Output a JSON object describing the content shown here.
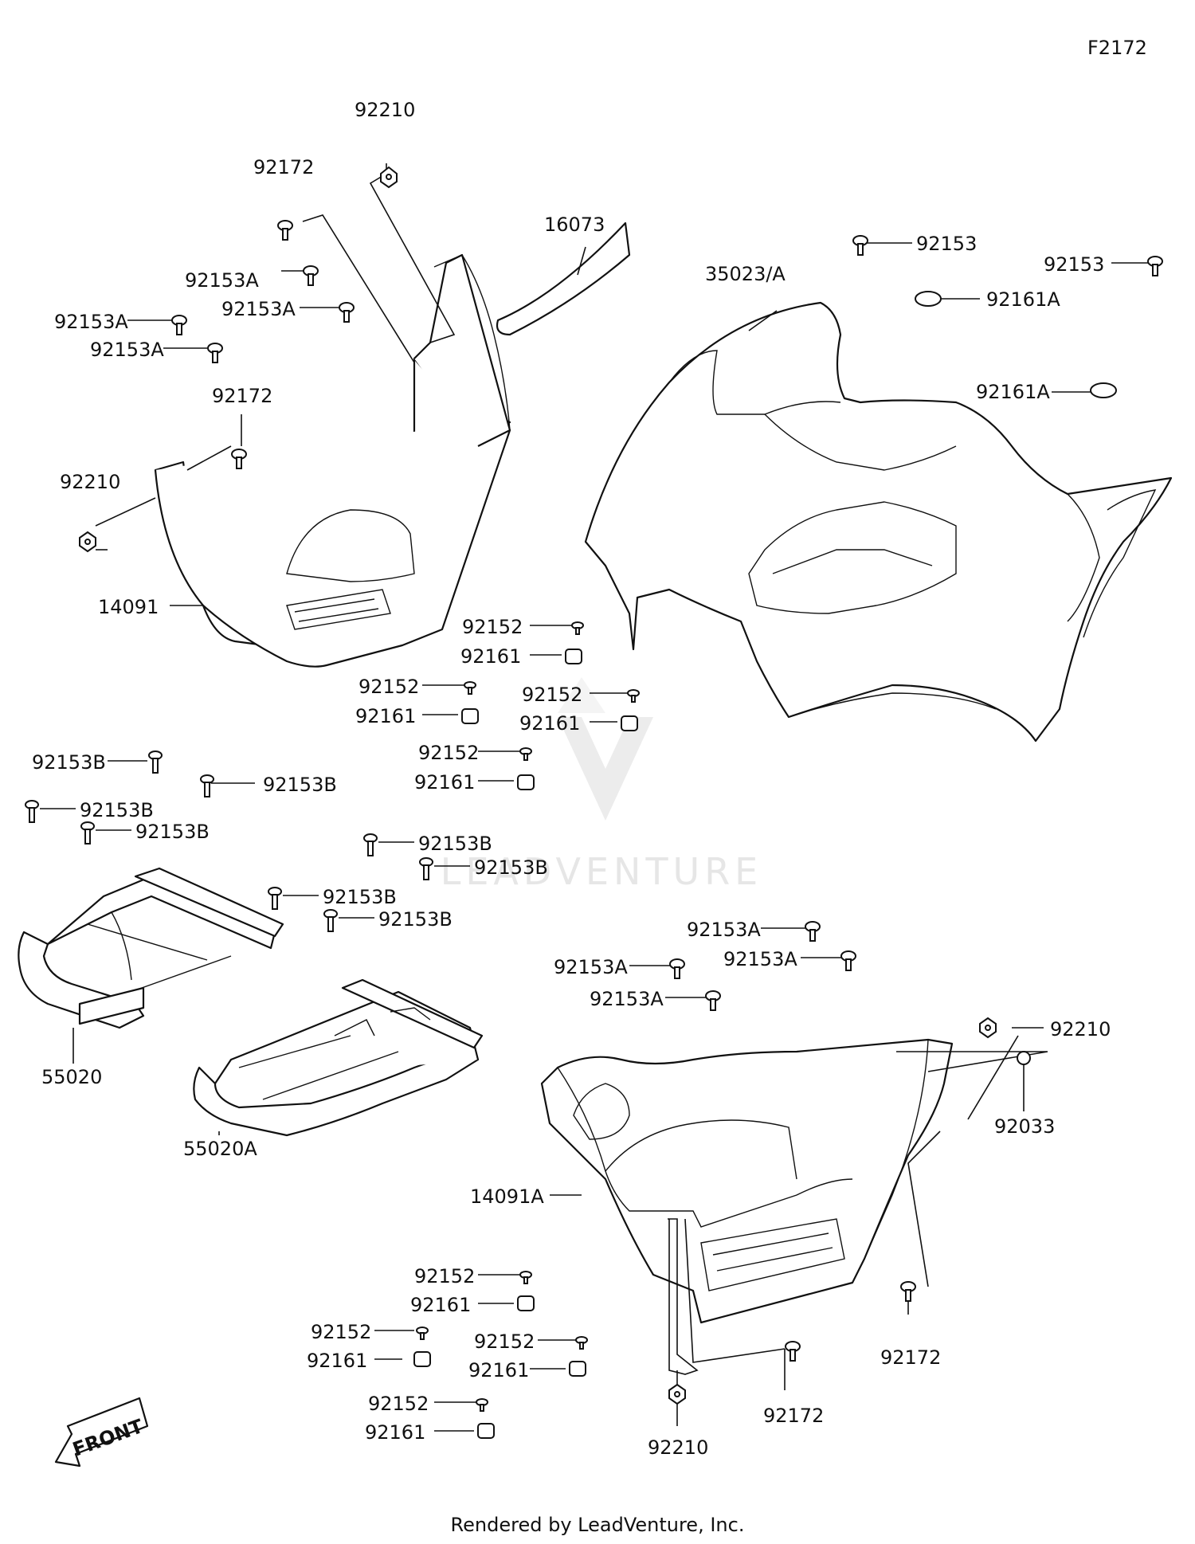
{
  "diagram_id": "F2172",
  "watermark": "LEADVENTURE",
  "front_label": "FRONT",
  "footer": "Rendered by LeadVenture, Inc.",
  "callouts": {
    "p92210_top": "92210",
    "p92172_top": "92172",
    "p16073": "16073",
    "p92153_r1": "92153",
    "p35023": "35023/A",
    "p92161a_r1": "92161A",
    "p92153_r2": "92153",
    "p92161a_r2": "92161A",
    "p92153a_l1": "92153A",
    "p92153a_l2": "92153A",
    "p92153a_l3": "92153A",
    "p92153a_l4": "92153A",
    "p92172_mid": "92172",
    "p92210_mid": "92210",
    "p14091": "14091",
    "p92152_c1": "92152",
    "p92161_c1": "92161",
    "p92152_c2": "92152",
    "p92161_c2": "92161",
    "p92152_c3": "92152",
    "p92161_c3": "92161",
    "p92152_c4": "92152",
    "p92161_c4": "92161",
    "p92153b_1": "92153B",
    "p92153b_2": "92153B",
    "p92153b_3": "92153B",
    "p92153b_4": "92153B",
    "p92153b_5": "92153B",
    "p92153b_6": "92153B",
    "p92153b_7": "92153B",
    "p92153b_8": "92153B",
    "p92153a_r1": "92153A",
    "p92153a_r2": "92153A",
    "p92153a_r3": "92153A",
    "p92153a_r4": "92153A",
    "p55020": "55020",
    "p55020a": "55020A",
    "p92210_br": "92210",
    "p92033": "92033",
    "p14091a": "14091A",
    "p92152_b1": "92152",
    "p92161_b1": "92161",
    "p92152_b2": "92152",
    "p92161_b2": "92161",
    "p92152_b3": "92152",
    "p92161_b3": "92161",
    "p92152_b4": "92152",
    "p92161_b4": "92161",
    "p92172_br": "92172",
    "p92172_bm": "92172",
    "p92210_bm": "92210"
  }
}
